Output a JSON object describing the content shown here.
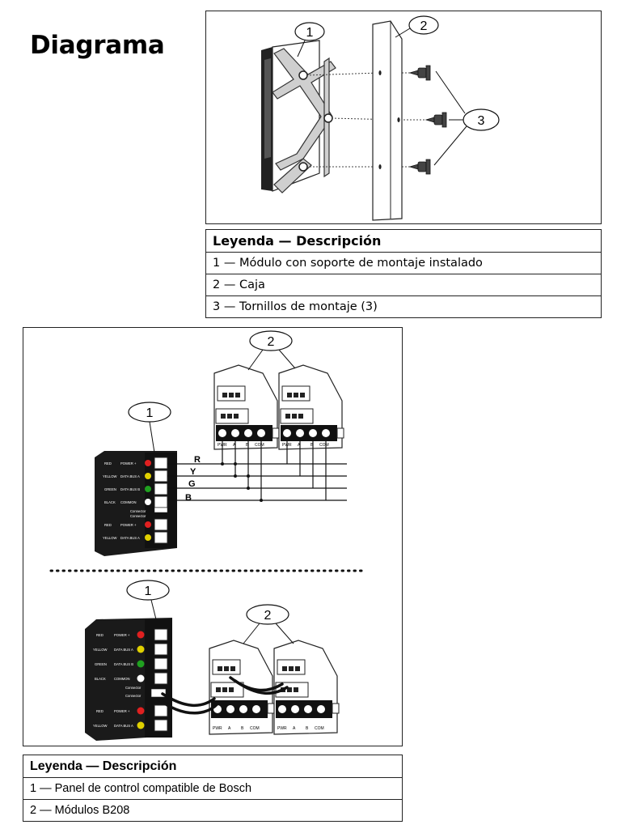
{
  "title": "Diagrama",
  "figure1": {
    "callouts": [
      "1",
      "2",
      "3"
    ]
  },
  "legend1": {
    "header": "Leyenda — Descripción",
    "rows": [
      "1 — Módulo con soporte de montaje instalado",
      "2 — Caja",
      "3 — Tornillos de montaje (3)"
    ]
  },
  "figure2": {
    "callouts_top": [
      "1",
      "2"
    ],
    "callouts_bottom": [
      "1",
      "2"
    ],
    "wire_labels": [
      "R",
      "Y",
      "G",
      "B"
    ],
    "panel_rows_top": [
      {
        "color": "RED",
        "label": "POWER +",
        "led": "#e02020"
      },
      {
        "color": "YELLOW",
        "label": "DATA BUS A",
        "led": "#e0d000"
      },
      {
        "color": "GREEN",
        "label": "DATA BUS B",
        "led": "#20a020"
      },
      {
        "color": "BLACK",
        "label": "COMMON",
        "led": "#ffffff"
      }
    ],
    "panel_rows_bottom": [
      {
        "color": "RED",
        "label": "POWER +",
        "led": "#e02020"
      },
      {
        "color": "YELLOW",
        "label": "DATA BUS A",
        "led": "#e0d000"
      }
    ],
    "connector_labels": [
      "Connector",
      "Connector"
    ],
    "module_terminal_labels": [
      "PWR",
      "A",
      "B",
      "COM"
    ]
  },
  "legend2": {
    "header": "Leyenda — Descripción",
    "rows": [
      "1 — Panel de control compatible de Bosch",
      "2 — Módulos B208"
    ]
  }
}
